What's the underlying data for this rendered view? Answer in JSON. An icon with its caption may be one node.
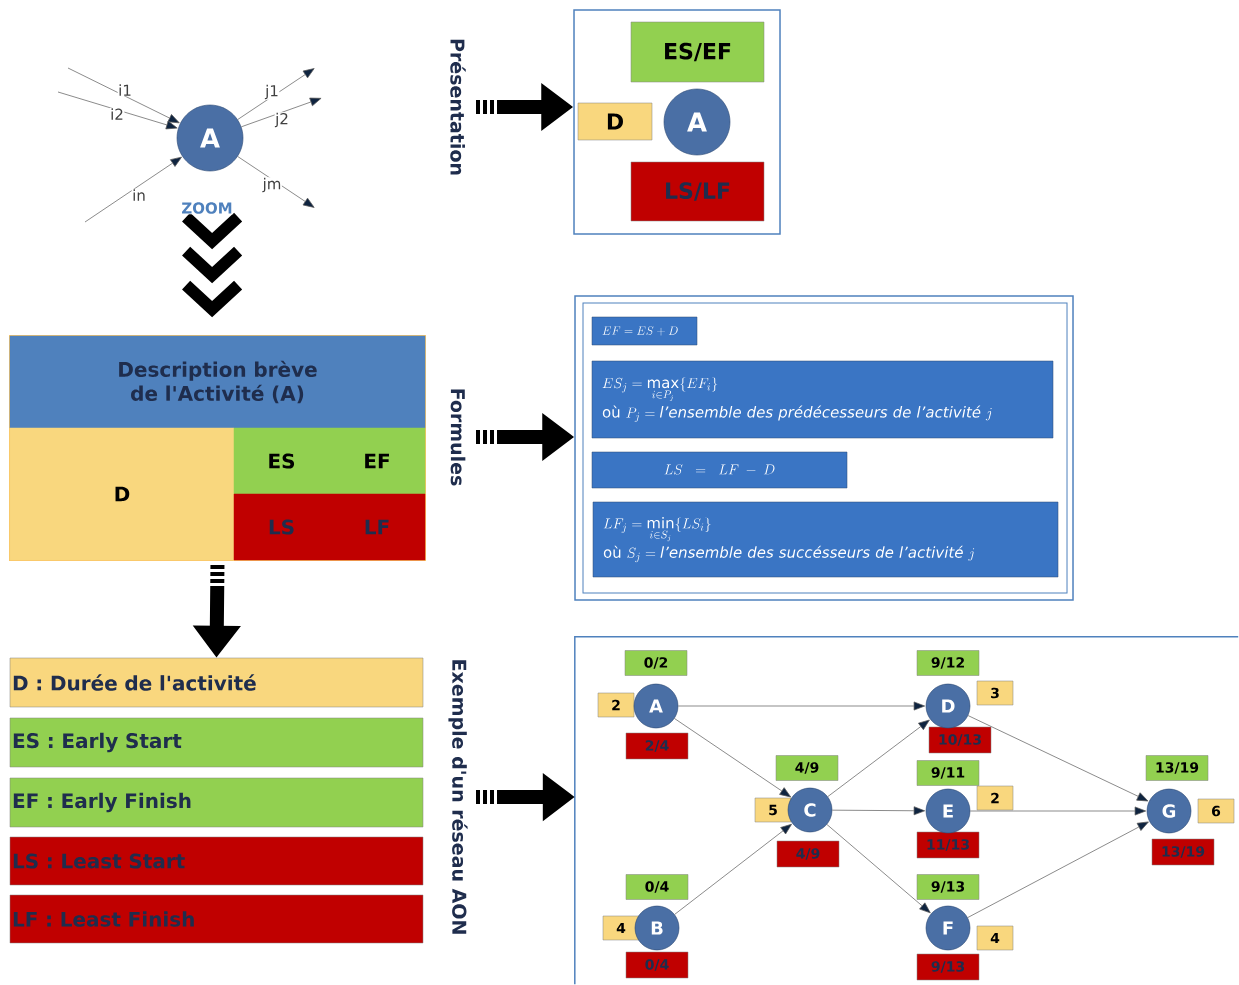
{
  "diagram": {
    "nodes": [
      {
        "text": [
          "A"
        ]
      },
      {
        "text": [],
        "shape": "box"
      },
      {
        "text": [
          "Description brève de l'Activité (A)"
        ],
        "in": 1
      },
      {
        "text": [
          "D"
        ],
        "in": 1
      },
      {
        "text": [
          "ES"
        ],
        "in": 1
      },
      {
        "text": [
          "EF"
        ],
        "in": 1
      },
      {
        "text": [
          "LS"
        ],
        "in": 1
      },
      {
        "text": [
          "LF"
        ],
        "in": 1
      },
      {
        "text": [
          "D : Durée de l'activité"
        ]
      },
      {
        "text": [
          "ES : Early Start"
        ]
      },
      {
        "text": [
          "EF : Early Finish"
        ]
      },
      {
        "text": [
          "LS : Least Start"
        ]
      },
      {
        "text": [
          "LF : Least Finish"
        ]
      },
      {
        "text": [
          "Présentation"
        ]
      },
      {
        "text": [],
        "shape": "box"
      },
      {
        "text": [
          "ES/EF"
        ],
        "in": 14
      },
      {
        "text": [
          "D"
        ],
        "in": 14
      },
      {
        "text": [
          "A"
        ],
        "in": 14
      },
      {
        "text": [
          "LS/LF"
        ],
        "in": 14
      },
      {
        "text": [
          "Formules"
        ]
      },
      {
        "text": [],
        "shape": "box"
      },
      {
        "text": [
          "EF = ES + D"
        ],
        "in": 20
      },
      {
        "text": [
          "ES_j = \\max\\limits_{i \\in P_j} \\{EF_i\\}",
          "\\text{où } P_j = \\textit{l'ensemble des prédécesseurs de l'activité } j"
        ],
        "in": 20
      },
      {
        "text": [
          "LS = LF - D"
        ],
        "in": 20
      },
      {
        "text": [
          "LF_j = \\min\\limits_{i \\in S_j} \\{LS_i\\}",
          "\\text{où } S_j = \\textit{l'ensemble des succésseurs de l'activité } j"
        ],
        "in": 20
      },
      {
        "text": [
          "Exemple d'un réseau AON"
        ]
      },
      {
        "text": [],
        "shape": "box"
      },
      {
        "text": [
          "0/2"
        ],
        "in": 26
      },
      {
        "text": [
          "2"
        ],
        "in": 26
      },
      {
        "text": [
          "A"
        ],
        "in": 26
      },
      {
        "text": [
          "2/4"
        ],
        "in": 26
      },
      {
        "text": [
          "0/4"
        ],
        "in": 26
      },
      {
        "text": [
          "4"
        ],
        "in": 26
      },
      {
        "text": [
          "B"
        ],
        "in": 26
      },
      {
        "text": [
          "0/4"
        ],
        "in": 26
      },
      {
        "text": [
          "4/9"
        ],
        "in": 26
      },
      {
        "text": [
          "5"
        ],
        "in": 26
      },
      {
        "text": [
          "C"
        ],
        "in": 26
      },
      {
        "text": [
          "4/9"
        ],
        "in": 26
      },
      {
        "text": [
          "9/12"
        ],
        "in": 26
      },
      {
        "text": [
          "3"
        ],
        "in": 26
      },
      {
        "text": [
          "D"
        ],
        "in": 26
      },
      {
        "text": [
          "10/13"
        ],
        "in": 26
      },
      {
        "text": [
          "9/11"
        ],
        "in": 26
      },
      {
        "text": [
          "2"
        ],
        "in": 26
      },
      {
        "text": [
          "E"
        ],
        "in": 26
      },
      {
        "text": [
          "11/13"
        ],
        "in": 26
      },
      {
        "text": [
          "9/13"
        ],
        "in": 26
      },
      {
        "text": [
          "4"
        ],
        "in": 26
      },
      {
        "text": [
          "F"
        ],
        "in": 26
      },
      {
        "text": [
          "9/13"
        ],
        "in": 26
      },
      {
        "text": [
          "13/19"
        ],
        "in": 26
      },
      {
        "text": [
          "6"
        ],
        "in": 26
      },
      {
        "text": [
          "G"
        ],
        "in": 26
      },
      {
        "text": [
          "13/19"
        ],
        "in": 26
      }
    ],
    "edges": [
      {
        "from": null,
        "to": 0,
        "arrow": "to",
        "label": "i1"
      },
      {
        "from": null,
        "to": 0,
        "arrow": "to",
        "label": "i2"
      },
      {
        "from": null,
        "to": 0,
        "arrow": "to",
        "label": "in"
      },
      {
        "from": 0,
        "to": null,
        "arrow": "to",
        "label": "j1"
      },
      {
        "from": 0,
        "to": null,
        "arrow": "to",
        "label": "j2"
      },
      {
        "from": 0,
        "to": null,
        "arrow": "to",
        "label": "jm"
      },
      {
        "from": 0,
        "to": 1,
        "arrow": "to",
        "label": "ZOOM",
        "style": "thick"
      },
      {
        "from": 1,
        "to": 8,
        "arrow": "to",
        "style": "dashed"
      },
      {
        "from": 13,
        "to": 14,
        "arrow": "to",
        "style": "dashed"
      },
      {
        "from": 19,
        "to": 20,
        "arrow": "to",
        "style": "dashed"
      },
      {
        "from": 25,
        "to": 26,
        "arrow": "to",
        "style": "dashed"
      },
      {
        "from": 29,
        "to": 41,
        "arrow": "to"
      },
      {
        "from": 29,
        "to": 37,
        "arrow": "to"
      },
      {
        "from": 33,
        "to": 37,
        "arrow": "to"
      },
      {
        "from": 37,
        "to": 41,
        "arrow": "to"
      },
      {
        "from": 37,
        "to": 45,
        "arrow": "to"
      },
      {
        "from": 37,
        "to": 49,
        "arrow": "to"
      },
      {
        "from": 41,
        "to": 53,
        "arrow": "to"
      },
      {
        "from": 45,
        "to": 53,
        "arrow": "to"
      },
      {
        "from": 49,
        "to": 53,
        "arrow": "to"
      }
    ]
  }
}
